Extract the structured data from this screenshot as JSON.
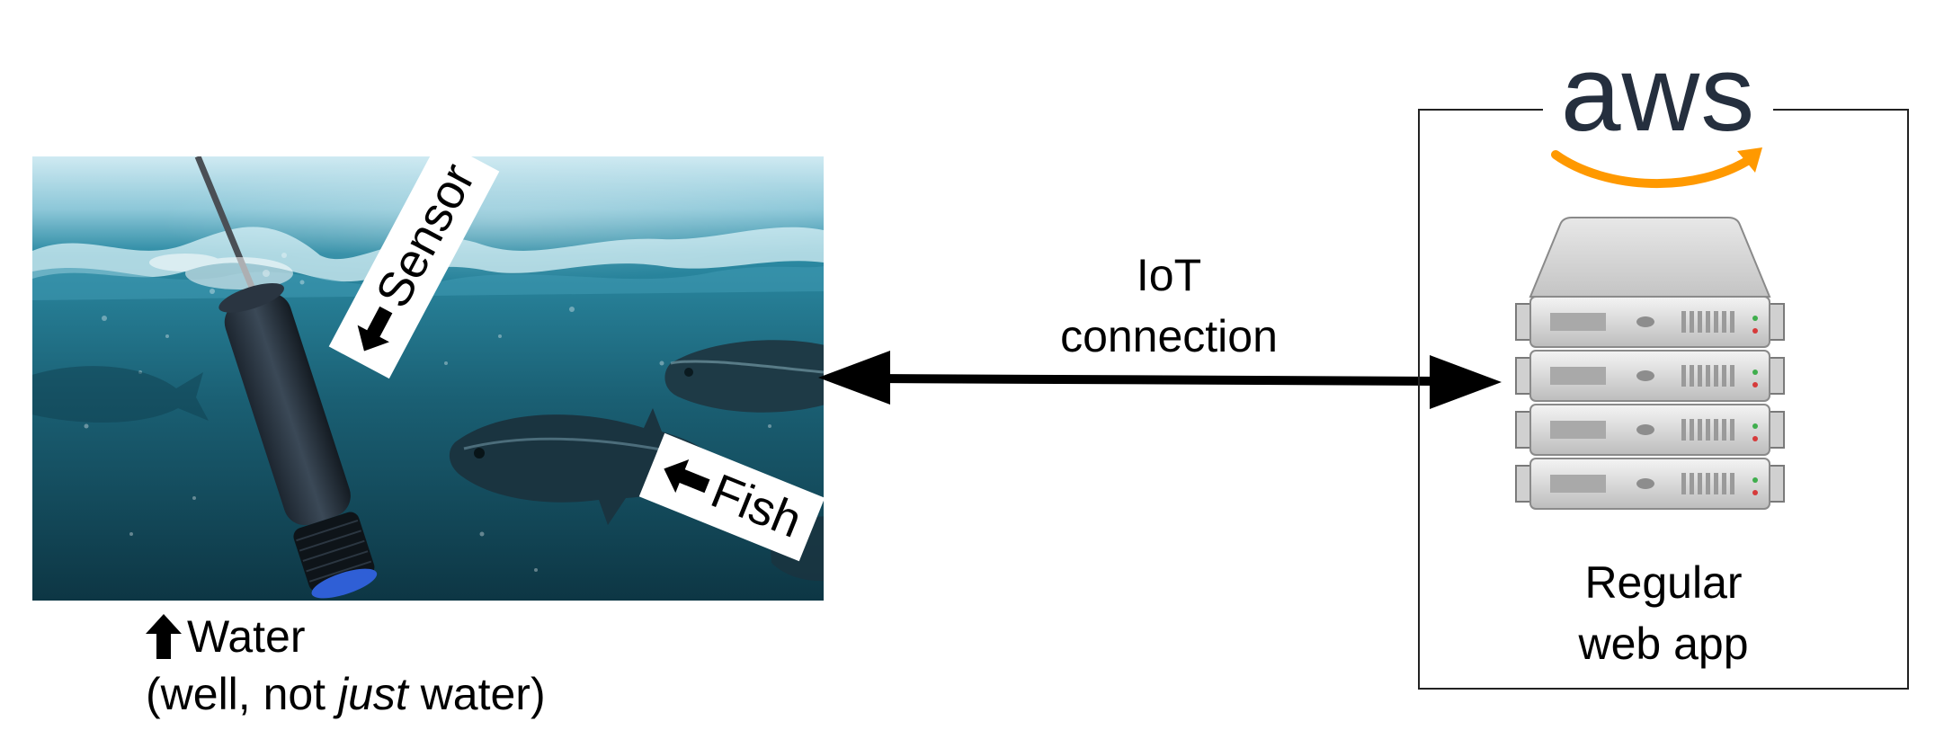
{
  "diagram": {
    "left": {
      "tags": {
        "sensor": "Sensor",
        "fish": "Fish"
      },
      "caption": {
        "line1": "Water",
        "line2_prefix": "(well, not ",
        "line2_emphasis": "just",
        "line2_suffix": " water)"
      }
    },
    "link": {
      "line1": "IoT",
      "line2": "connection",
      "direction": "bidirectional"
    },
    "right": {
      "logo_text": "aws",
      "logo_smile_color": "#ff9900",
      "caption_line1": "Regular",
      "caption_line2": "web app"
    }
  }
}
